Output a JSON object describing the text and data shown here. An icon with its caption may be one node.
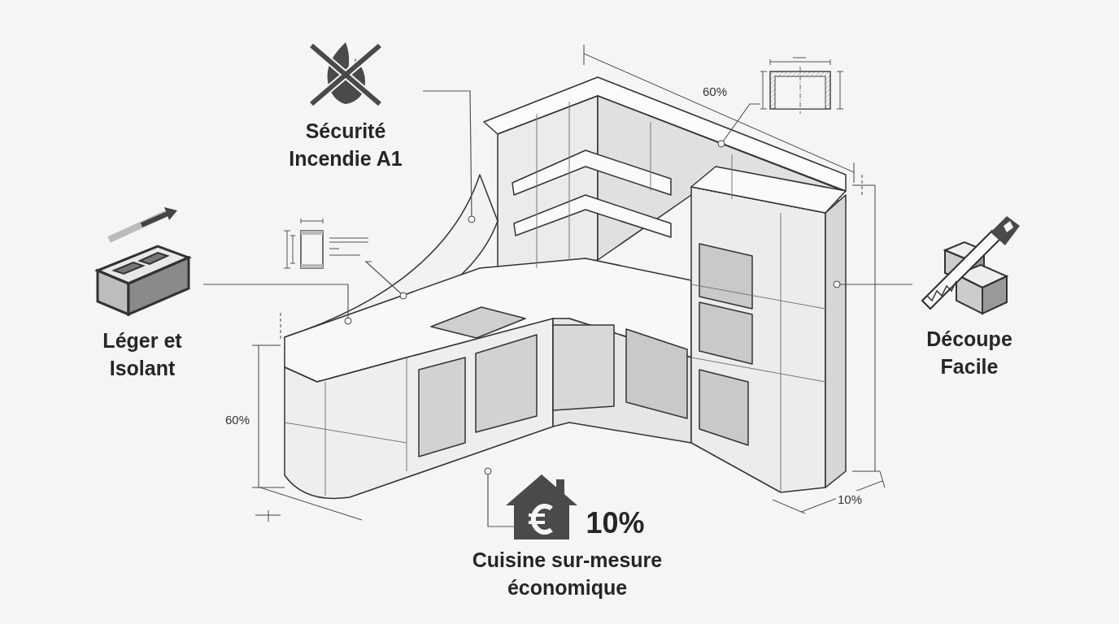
{
  "diagram": {
    "nodes": [
      {
        "text": [
          "Sécurité Incendie A1"
        ]
      },
      {
        "text": [
          "Léger et Isolant"
        ]
      },
      {
        "text": [
          "Découpe Facile"
        ]
      },
      {
        "text": [
          "10%",
          "Cuisine sur-mesure économique"
        ]
      },
      {
        "text": [],
        "shape": "picture"
      },
      {
        "text": [],
        "shape": "picture"
      }
    ],
    "edges": [
      {
        "from": 0,
        "to": null,
        "arrow": "other"
      },
      {
        "from": 1,
        "to": null,
        "arrow": "other"
      },
      {
        "from": 2,
        "to": null,
        "arrow": "other"
      },
      {
        "from": 3,
        "to": null,
        "arrow": "other"
      },
      {
        "from": 4,
        "to": null,
        "arrow": "other"
      },
      {
        "from": 5,
        "to": null,
        "arrow": "other"
      }
    ],
    "labels": [
      "60%",
      "60%",
      "10%"
    ]
  }
}
